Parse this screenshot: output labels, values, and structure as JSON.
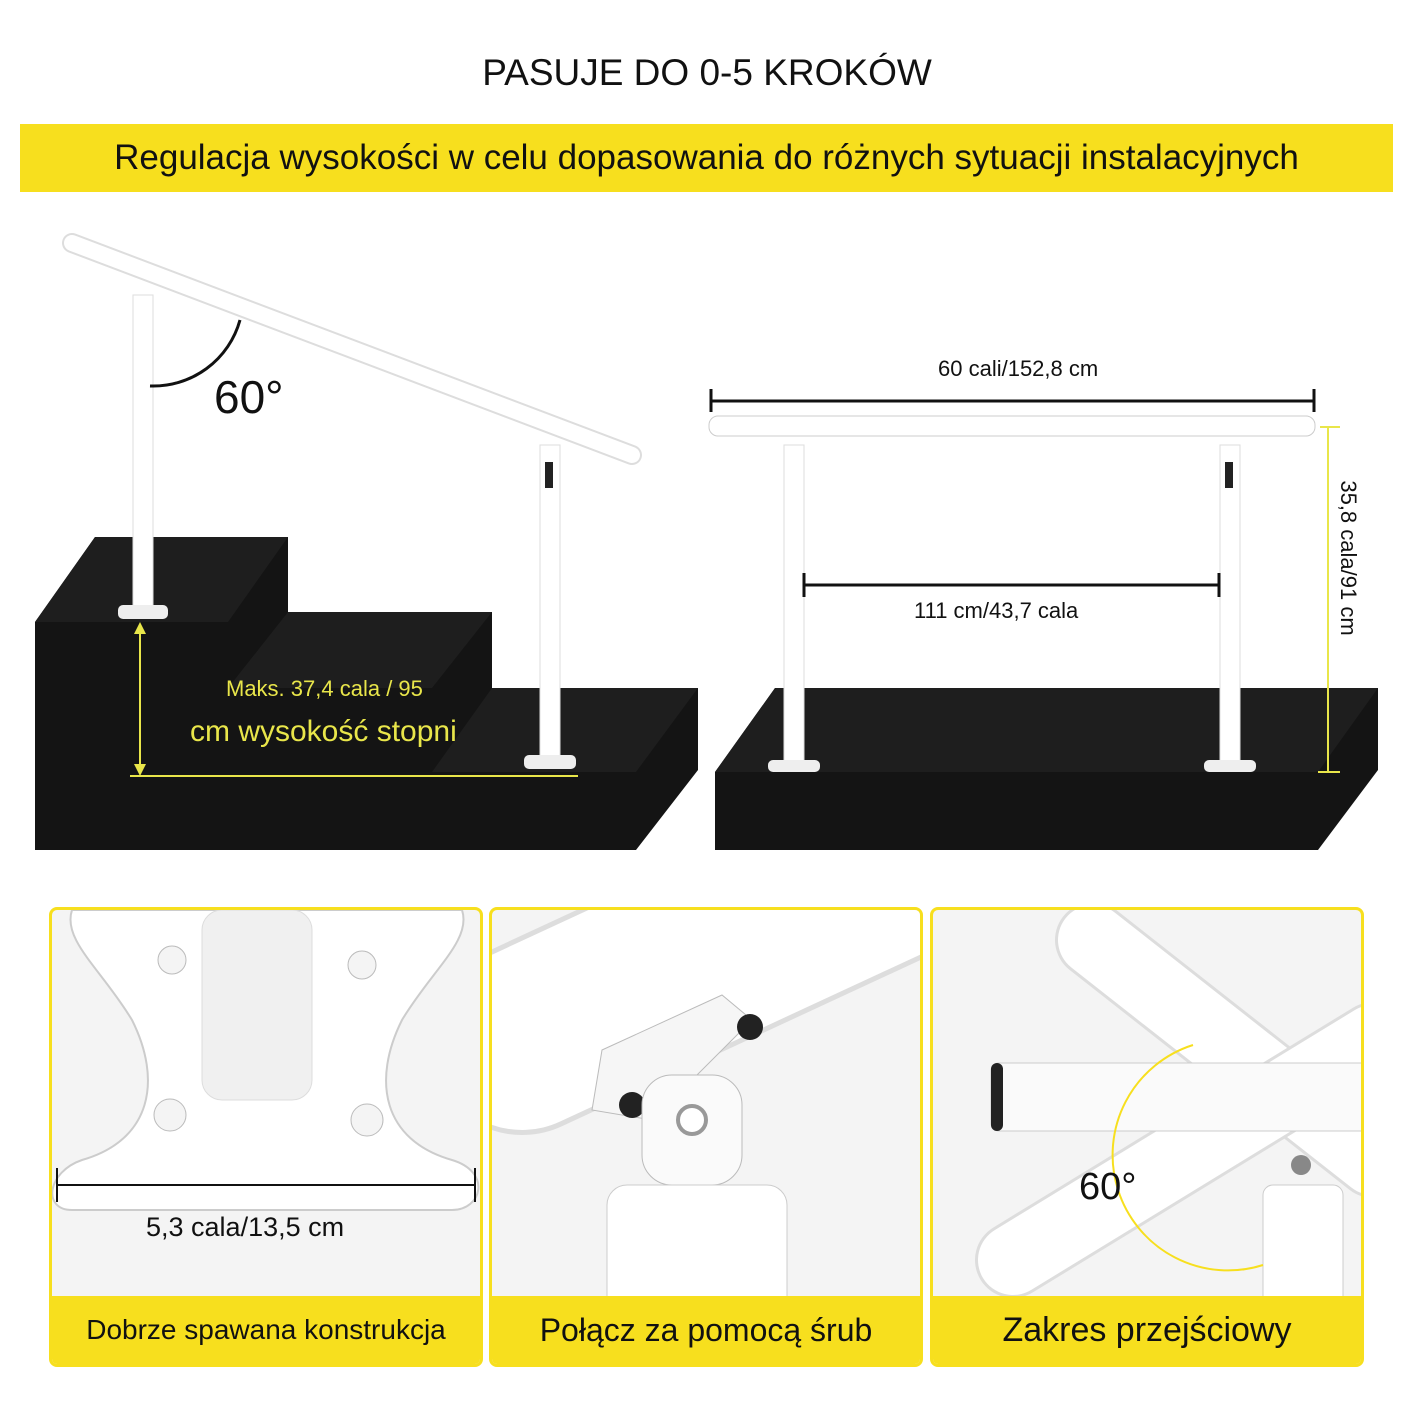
{
  "header": {
    "title": "PASUJE DO 0-5 KROKÓW"
  },
  "banner": {
    "text": "Regulacja wysokości w celu dopasowania do różnych sytuacji instalacyjnych"
  },
  "diagram_left": {
    "angle_label": "60°",
    "height_label_line1": "Maks. 37,4 cala / 95",
    "height_label_line2": "cm wysokość stopni"
  },
  "diagram_right": {
    "total_length": "60 cali/152,8 cm",
    "post_spacing": "111 cm/43,7 cala",
    "height": "35,8 cala/91 cm"
  },
  "panels": [
    {
      "caption": "Dobrze spawana konstrukcja",
      "dimension": "5,3 cala/13,5 cm"
    },
    {
      "caption": "Połącz za pomocą śrub"
    },
    {
      "caption": "Zakres przejściowy",
      "angle_label": "60°"
    }
  ],
  "colors": {
    "accent": "#f7df1e",
    "stone": "#111111"
  }
}
